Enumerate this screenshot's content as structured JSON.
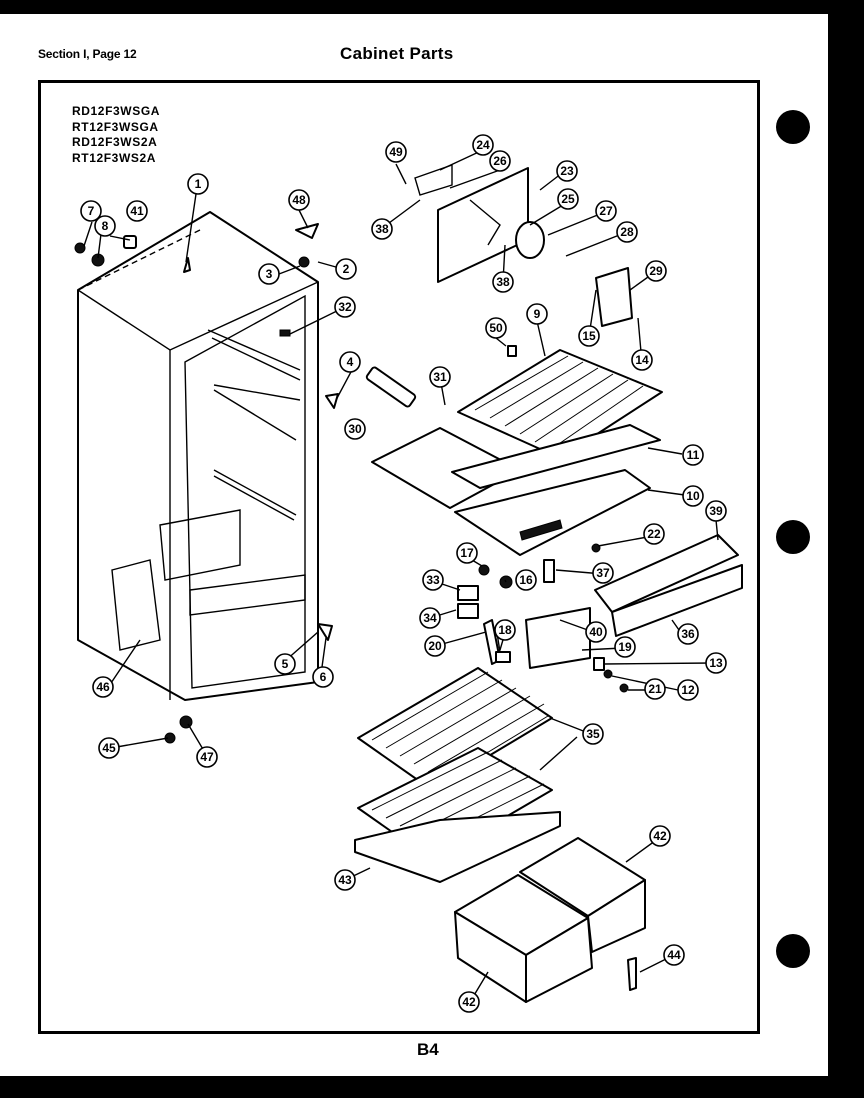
{
  "header": {
    "section": "Section I, Page 12",
    "title": "Cabinet Parts"
  },
  "models": [
    "RD12F3WSGA",
    "RT12F3WSGA",
    "RD12F3WS2A",
    "RT12F3WS2A"
  ],
  "page_number": "B4",
  "callouts": [
    "1",
    "2",
    "3",
    "4",
    "5",
    "6",
    "7",
    "8",
    "9",
    "10",
    "11",
    "12",
    "13",
    "14",
    "15",
    "16",
    "17",
    "18",
    "19",
    "20",
    "21",
    "22",
    "23",
    "24",
    "25",
    "26",
    "27",
    "28",
    "29",
    "30",
    "31",
    "32",
    "33",
    "34",
    "35",
    "36",
    "37",
    "38",
    "38",
    "39",
    "40",
    "41",
    "42",
    "42",
    "43",
    "44",
    "45",
    "46",
    "47",
    "48",
    "49",
    "50"
  ]
}
